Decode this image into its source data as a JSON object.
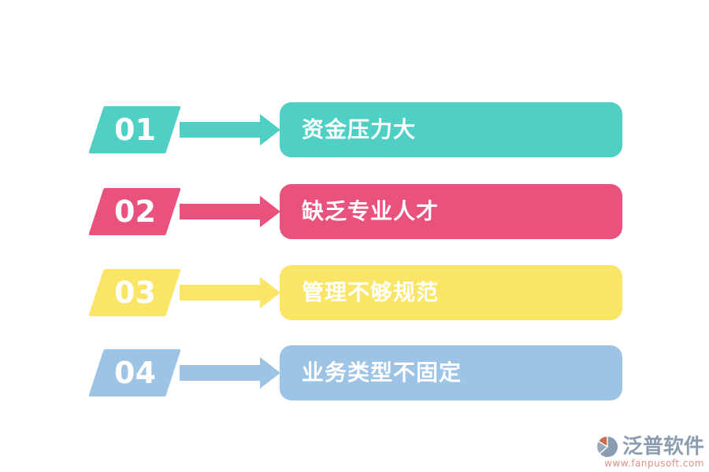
{
  "page": {
    "background": "#ffffff"
  },
  "rows": [
    {
      "number": "01",
      "label": "资金压力大",
      "color": "#50CFC5"
    },
    {
      "number": "02",
      "label": "缺乏专业人才",
      "color": "#E9527D"
    },
    {
      "number": "03",
      "label": "管理不够规范",
      "color": "#FBE567"
    },
    {
      "number": "04",
      "label": "业务类型不固定",
      "color": "#9DC3E5"
    }
  ],
  "watermark": {
    "brand": "泛普软件",
    "url": "www.fanpusoft.com",
    "brand_color": "#8C9CB0",
    "url_color": "#DD9186",
    "logo_gray": "#8C9CB0",
    "logo_gray_light": "#9AA8BA",
    "logo_accent": "#CC6A4F",
    "logo_icon": "fanpu-sphere-logo"
  }
}
